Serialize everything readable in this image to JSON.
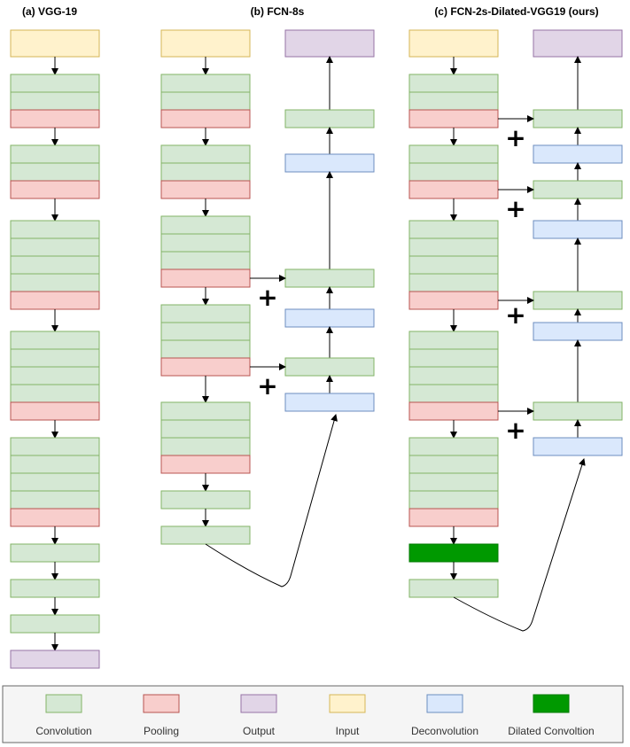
{
  "titles": {
    "vgg": "(a) VGG-19",
    "fcn8s": "(b) FCN-8s",
    "fcn2s": "(c) FCN-2s-Dilated-VGG19 (ours)"
  },
  "plus_sign": "+",
  "legend": [
    {
      "label": "Convolution",
      "color": "#d5e8d4",
      "border": "#82b366"
    },
    {
      "label": "Pooling",
      "color": "#f8cecc",
      "border": "#b85450"
    },
    {
      "label": "Output",
      "color": "#e1d5e7",
      "border": "#9673a6"
    },
    {
      "label": "Input",
      "color": "#fff2cc",
      "border": "#d6b656"
    },
    {
      "label": "Deconvolution",
      "color": "#dae8fc",
      "border": "#6c8ebf"
    },
    {
      "label": "Dilated Convoltion",
      "color": "#009900",
      "border": "#007a00"
    }
  ]
}
